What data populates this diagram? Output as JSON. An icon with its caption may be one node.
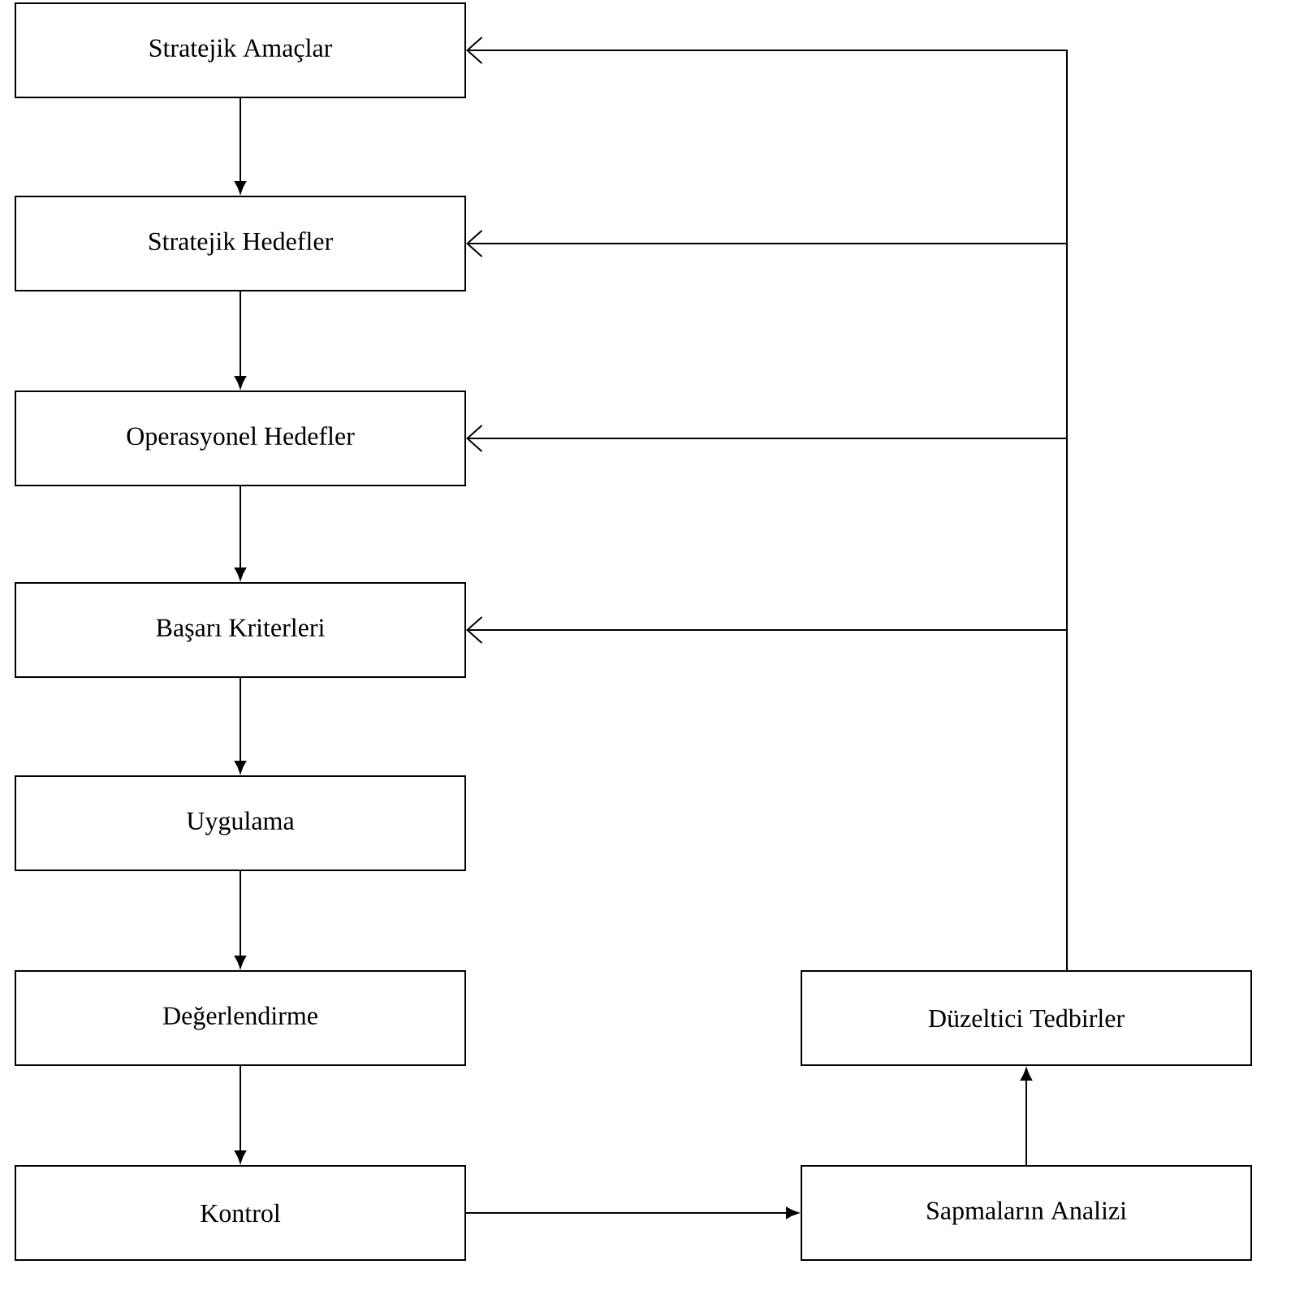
{
  "diagram": {
    "nodes": [
      {
        "text": [
          "Stratejik Amaçlar"
        ]
      },
      {
        "text": [
          "Stratejik Hedefler"
        ]
      },
      {
        "text": [
          "Operasyonel Hedefler"
        ]
      },
      {
        "text": [
          "Başarı Kriterleri"
        ]
      },
      {
        "text": [
          "Uygulama"
        ]
      },
      {
        "text": [
          "Değerlendirme"
        ]
      },
      {
        "text": [
          "Kontrol"
        ]
      },
      {
        "text": [
          "Düzeltici Tedbirler"
        ]
      },
      {
        "text": [
          "Sapmaların Analizi"
        ]
      }
    ],
    "edges": [
      {
        "from": 0,
        "to": 1,
        "arrow": "to"
      },
      {
        "from": 1,
        "to": 2,
        "arrow": "to"
      },
      {
        "from": 2,
        "to": 3,
        "arrow": "to"
      },
      {
        "from": 3,
        "to": 4,
        "arrow": "to"
      },
      {
        "from": 4,
        "to": 5,
        "arrow": "to"
      },
      {
        "from": 5,
        "to": 6,
        "arrow": "to"
      },
      {
        "from": 6,
        "to": 8,
        "arrow": "to"
      },
      {
        "from": 8,
        "to": 7,
        "arrow": "to"
      },
      {
        "from": 7,
        "to": 0,
        "arrow": "to"
      },
      {
        "from": 7,
        "to": 1,
        "arrow": "to"
      },
      {
        "from": 7,
        "to": 2,
        "arrow": "to"
      },
      {
        "from": 7,
        "to": 3,
        "arrow": "to"
      }
    ]
  }
}
